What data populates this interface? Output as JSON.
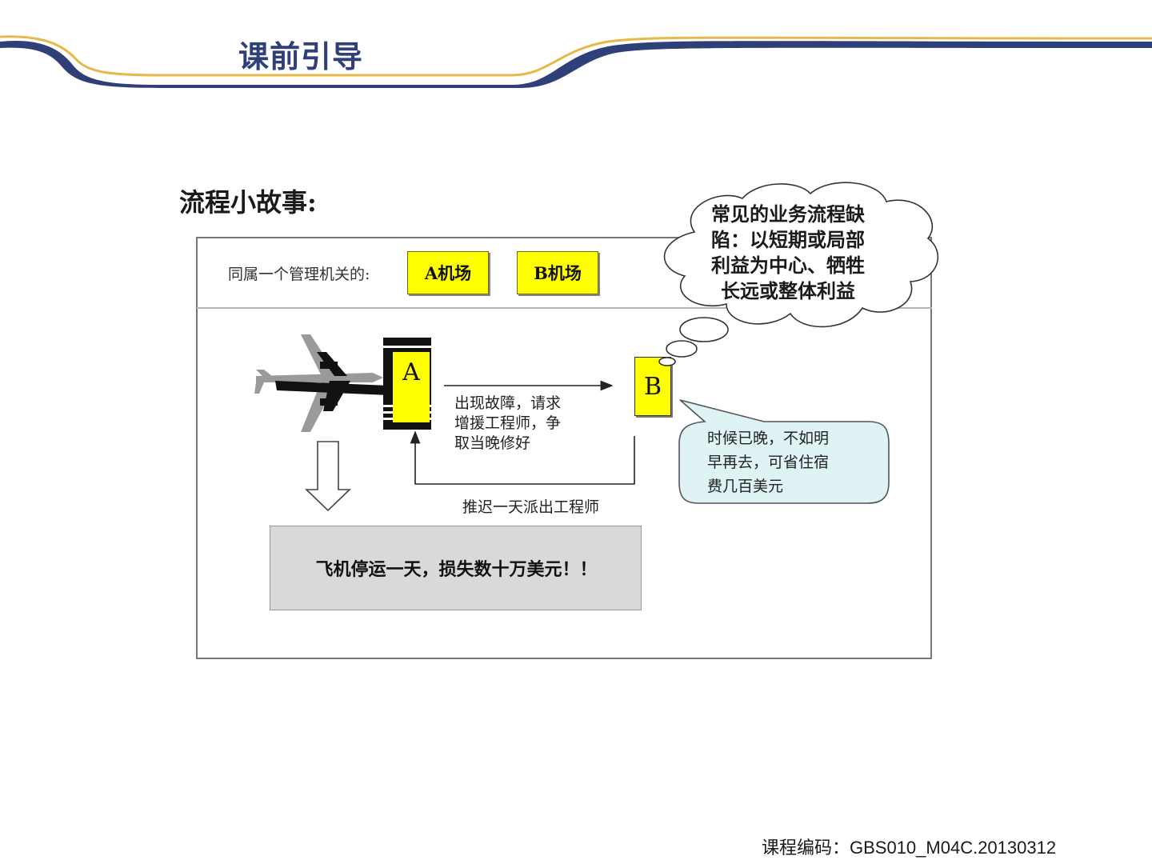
{
  "header": {
    "title": "课前引导"
  },
  "section": {
    "title": "流程小故事:"
  },
  "story": {
    "authority_label": "同属一个管理机关的:",
    "airport_a_tag": "A机场",
    "airport_b_tag": "B机场",
    "gate_a_letter": "A",
    "gate_b_letter": "B",
    "request_lines": [
      "出现故障，请求",
      "增援工程师，争",
      "取当晚修好"
    ],
    "delay_label": "推迟一天派出工程师",
    "result": "飞机停运一天，损失数十万美元！！",
    "thought_lines": [
      "常见的业务流程缺",
      "陷：以短期或局部",
      "利益为中心、牺牲",
      "长远或整体利益"
    ],
    "speech_lines": [
      "时候已晚，不如明",
      "早再去，可省住宿",
      "费几百美元"
    ]
  },
  "footer": {
    "course_code": "课程编码：GBS010_M04C.20130312"
  },
  "colors": {
    "title_navy": "#2f3f78",
    "header_gold": "#e8b84a",
    "tag_yellow": "#ffff00",
    "speech_fill": "#dff3f4"
  }
}
